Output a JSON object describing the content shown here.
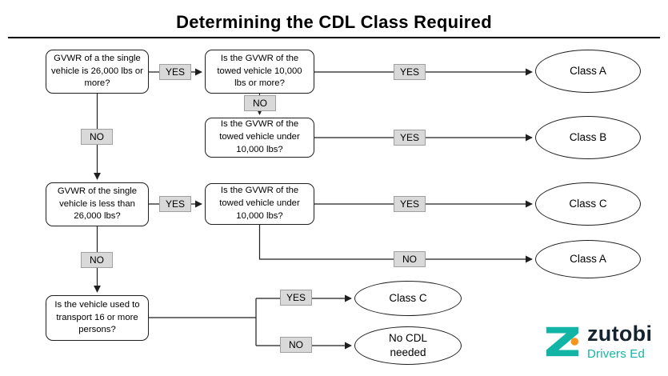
{
  "title": "Determining the CDL Class Required",
  "labels": {
    "yes": "YES",
    "no": "NO"
  },
  "questions": {
    "q1": "GVWR of a the single\nvehicle is 26,000 lbs or\nmore?",
    "q2": "Is the GVWR of the\ntowed vehicle 10,000\nlbs or more?",
    "q3": "Is the GVWR of the\ntowed vehicle under\n10,000 lbs?",
    "q4": "GVWR of the single\nvehicle is less than\n26,000 lbs?",
    "q5": "Is the GVWR of the\ntowed vehicle under\n10,000 lbs?",
    "q6": "Is the vehicle used to\ntransport 16 or more\npersons?"
  },
  "outcomes": {
    "class_a_top": "Class A",
    "class_b": "Class B",
    "class_c": "Class C",
    "class_a_bottom": "Class A",
    "class_c_small": "Class C",
    "no_cdl": "No CDL\nneeded"
  },
  "logo": {
    "brand": "zutobi",
    "subtitle": "Drivers Ed",
    "teal": "#12b5a5",
    "orange": "#f7941e",
    "brand_color": "#16242f"
  }
}
